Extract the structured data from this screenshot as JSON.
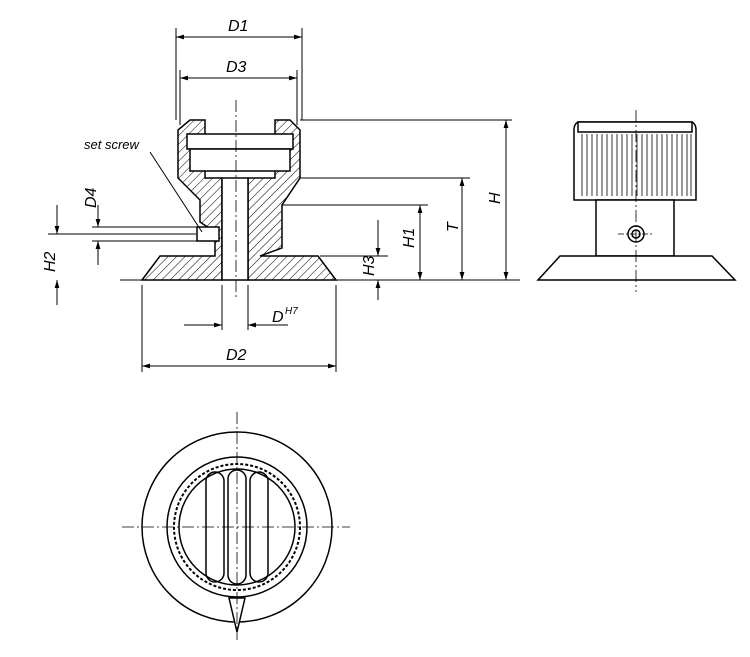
{
  "labels": {
    "d1": "D1",
    "d3": "D3",
    "d2": "D2",
    "d4": "D4",
    "d": "D",
    "d_tolerance": "H7",
    "h": "H",
    "h1": "H1",
    "h2": "H2",
    "h3": "H3",
    "t": "T",
    "set_screw": "set screw"
  }
}
